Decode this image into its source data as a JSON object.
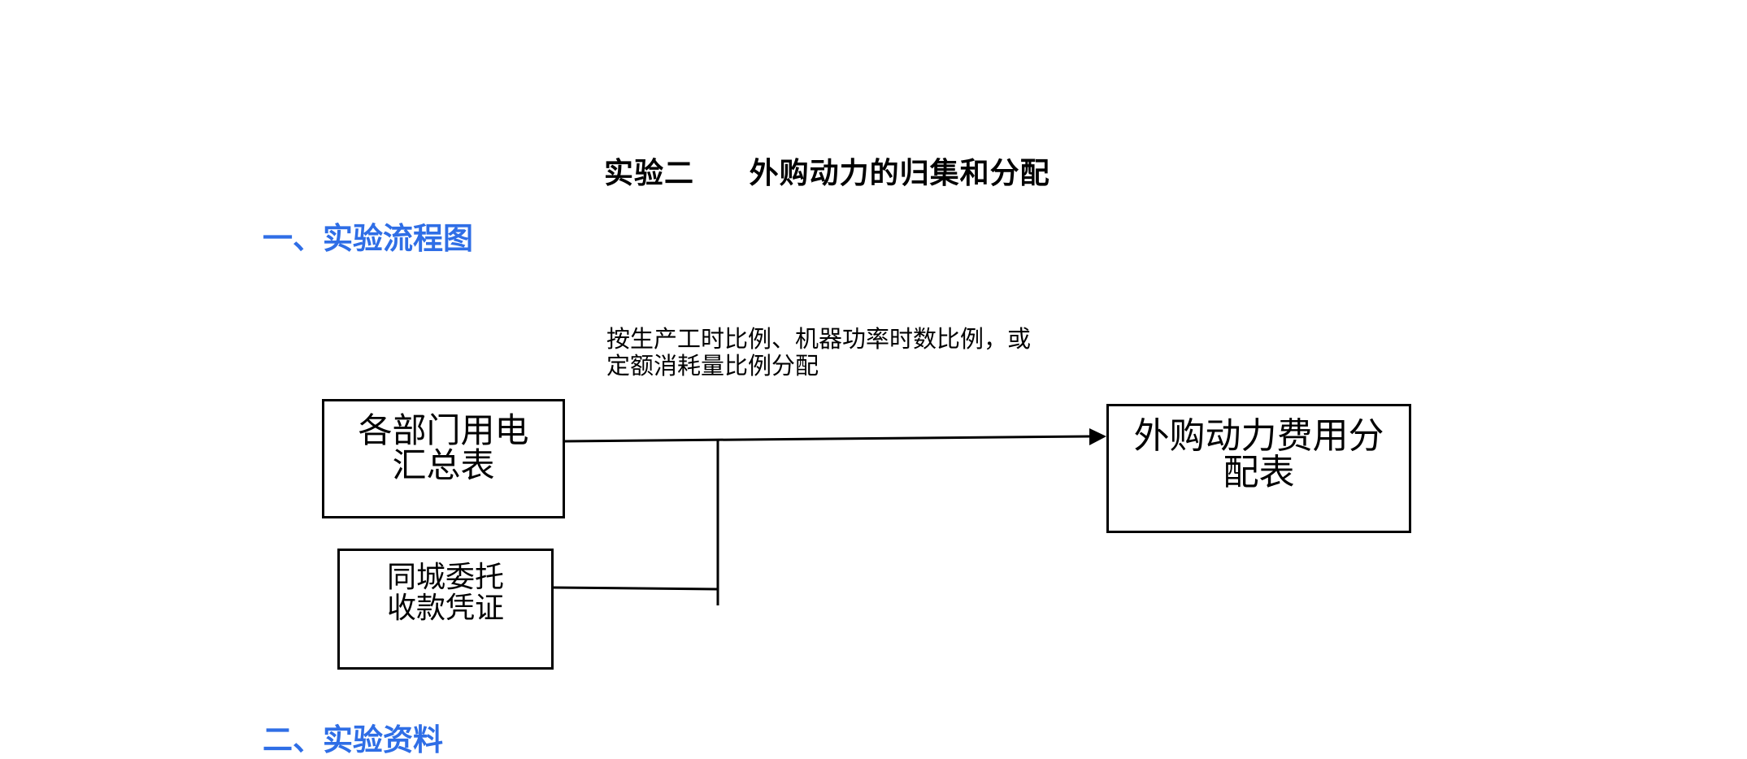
{
  "document": {
    "title": "实验二     外购动力的归集和分配",
    "section1_heading": "一、实验流程图",
    "section2_heading": "二、实验资料"
  },
  "flowchart": {
    "allocation_note": {
      "line1": "按生产工时比例、机器功率时数比例，或",
      "line2": "定额消耗量比例分配"
    },
    "source_boxes": [
      {
        "line1": "各部门用电",
        "line2": "汇总表"
      },
      {
        "line1": "同城委托",
        "line2": "收款凭证"
      }
    ],
    "target_box": {
      "line1": "外购动力费用分",
      "line2": "配表"
    }
  }
}
